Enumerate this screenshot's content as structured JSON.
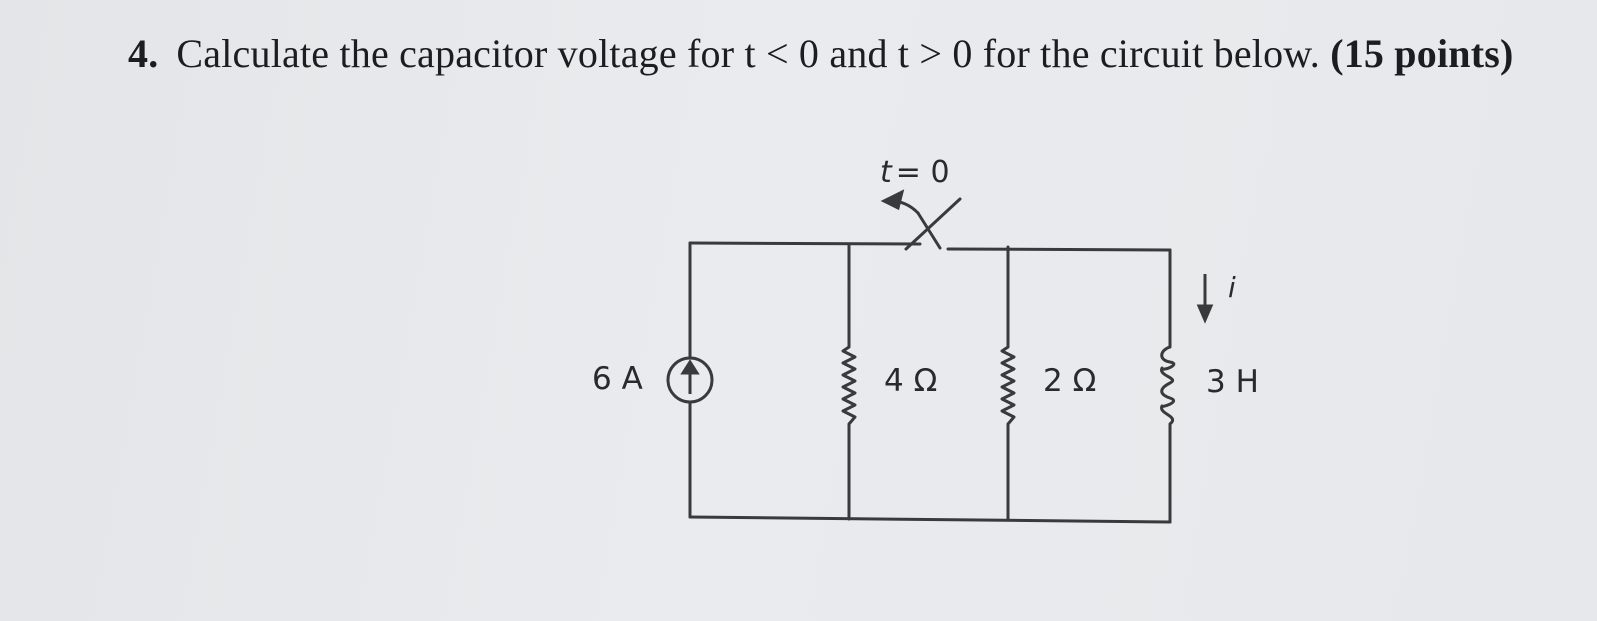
{
  "question": {
    "number": "4.",
    "text": "Calculate the capacitor voltage for t < 0 and t > 0 for the circuit below.",
    "points": "(15 points)"
  },
  "circuit": {
    "switch_var": "t",
    "switch_eq": "= 0",
    "source_label": "6 A",
    "resistor1_label": "4 Ω",
    "resistor2_label": "2 Ω",
    "inductor_label": "3 H",
    "current_label": "i"
  },
  "colors": {
    "wire": "#3a3a3c",
    "text": "#1d1d1f",
    "background": "#e6e8eb"
  }
}
